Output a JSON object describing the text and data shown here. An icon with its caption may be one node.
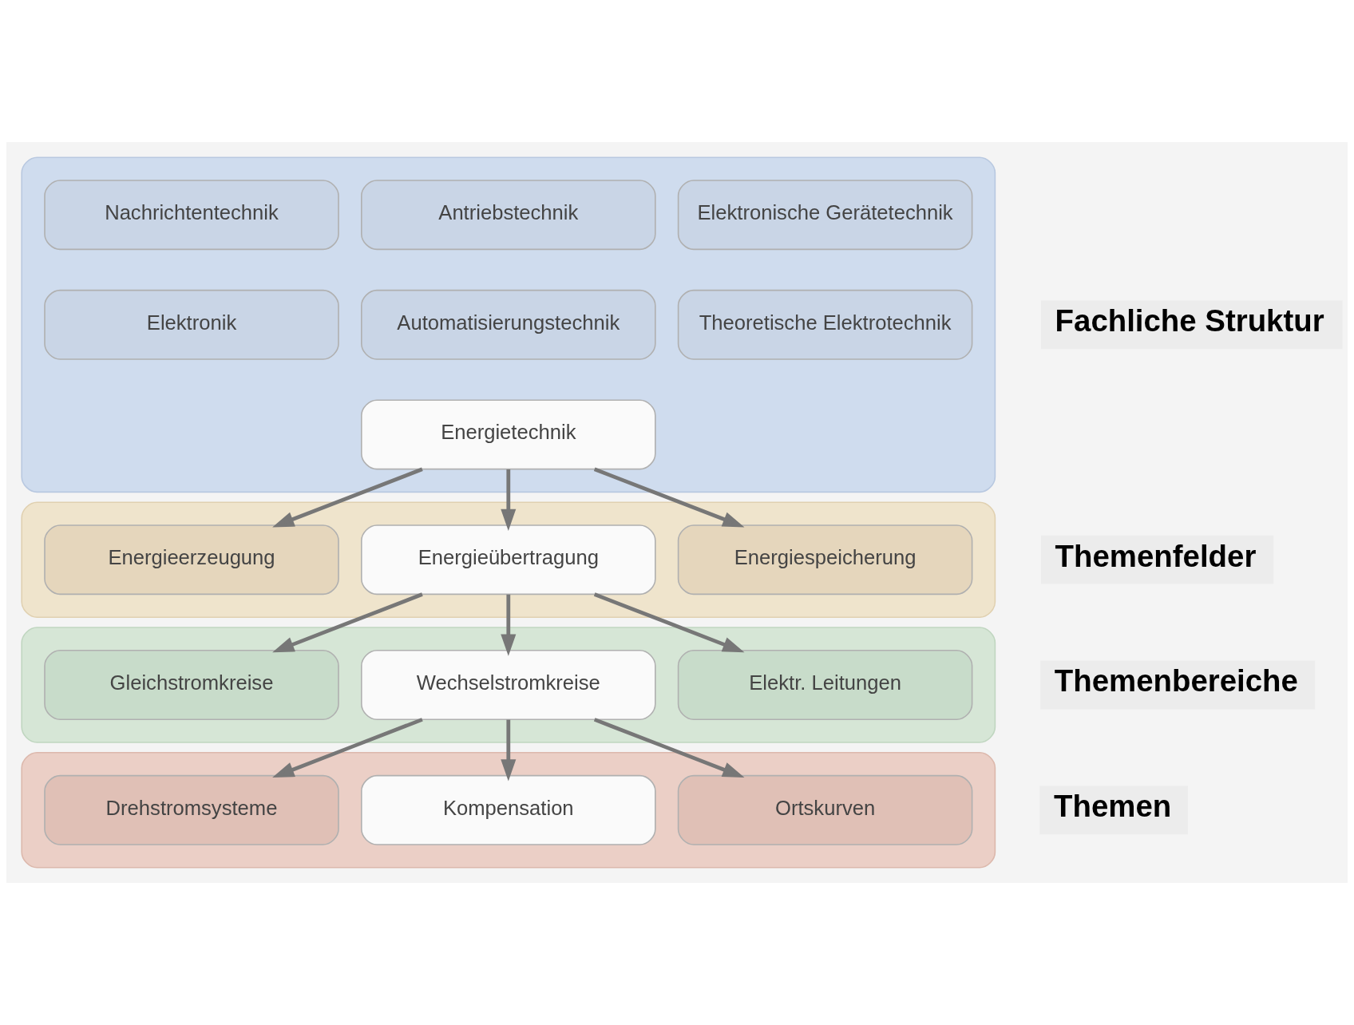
{
  "diagram": {
    "nodes": [
      {
        "text": [],
        "shape": "box"
      },
      {
        "text": [
          "Nachrichtentechnik"
        ],
        "in": 0
      },
      {
        "text": [
          "Antriebstechnik"
        ],
        "in": 0
      },
      {
        "text": [
          "Elektronische Gerätetechnik"
        ],
        "in": 0
      },
      {
        "text": [
          "Elektronik"
        ],
        "in": 0
      },
      {
        "text": [
          "Automatisierungstechnik"
        ],
        "in": 0
      },
      {
        "text": [
          "Theoretische Elektrotechnik"
        ],
        "in": 0
      },
      {
        "text": [
          "Energietechnik"
        ],
        "in": 0
      },
      {
        "text": [],
        "shape": "box"
      },
      {
        "text": [
          "Energieerzeugung"
        ],
        "in": 8
      },
      {
        "text": [
          "Energieübertragung"
        ],
        "in": 8
      },
      {
        "text": [
          "Energiespeicherung"
        ],
        "in": 8
      },
      {
        "text": [],
        "shape": "box"
      },
      {
        "text": [
          "Gleichstromkreise"
        ],
        "in": 12
      },
      {
        "text": [
          "Wechselstromkreise"
        ],
        "in": 12
      },
      {
        "text": [
          "Elektr. Leitungen"
        ],
        "in": 12
      },
      {
        "text": [],
        "shape": "box"
      },
      {
        "text": [
          "Drehstromsysteme"
        ],
        "in": 16
      },
      {
        "text": [
          "Kompensation"
        ],
        "in": 16
      },
      {
        "text": [
          "Ortskurven"
        ],
        "in": 16
      }
    ],
    "edges": [
      {
        "from": 7,
        "to": 9,
        "arrow": "to"
      },
      {
        "from": 7,
        "to": 10,
        "arrow": "to"
      },
      {
        "from": 7,
        "to": 11,
        "arrow": "to"
      },
      {
        "from": 10,
        "to": 13,
        "arrow": "to"
      },
      {
        "from": 10,
        "to": 14,
        "arrow": "to"
      },
      {
        "from": 10,
        "to": 15,
        "arrow": "to"
      },
      {
        "from": 14,
        "to": 17,
        "arrow": "to"
      },
      {
        "from": 14,
        "to": 18,
        "arrow": "to"
      },
      {
        "from": 14,
        "to": 19,
        "arrow": "to"
      }
    ],
    "labels": [
      "Fachliche Struktur",
      "Themenfelder",
      "Themenbereiche",
      "Themen"
    ]
  }
}
